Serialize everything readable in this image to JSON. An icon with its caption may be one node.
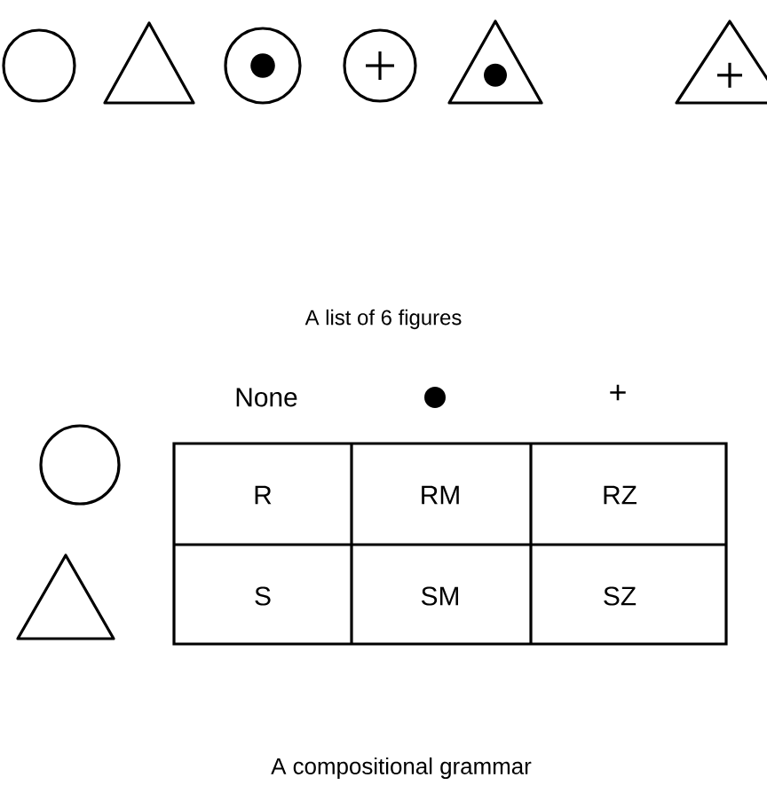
{
  "diagram": {
    "labels": [
      "A list of 6 figures",
      "None",
      "+",
      "R",
      "RM",
      "RZ",
      "S",
      "SM",
      "SZ",
      "A compositional grammar"
    ]
  }
}
